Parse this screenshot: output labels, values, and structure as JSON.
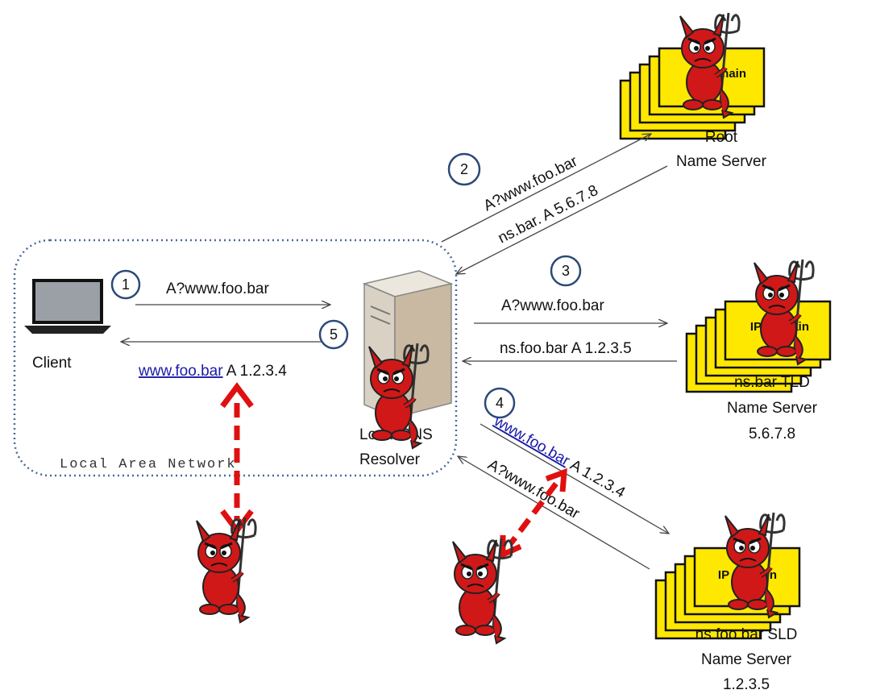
{
  "lan": {
    "label": "Local Area Network"
  },
  "nodes": {
    "client": {
      "label": "Client"
    },
    "resolver": {
      "label_top": "Local DNS",
      "label": "Resolver"
    },
    "root": {
      "line1": "Root",
      "line2": "Name Server",
      "card_text": "Domain"
    },
    "tld": {
      "line1": "ns.bar TLD",
      "line2": "Name Server",
      "line3": "5.6.7.8",
      "card_text": "IP Domain"
    },
    "sld": {
      "line1": "ns.foo.bar SLD",
      "line2": "Name Server",
      "line3": "1.2.3.5",
      "card_text": "IP Domain"
    }
  },
  "steps": {
    "s1": {
      "num": "1",
      "query": "A?www.foo.bar"
    },
    "s2": {
      "num": "2",
      "query": "A?www.foo.bar",
      "response": "ns.bar. A 5.6.7.8"
    },
    "s3": {
      "num": "3",
      "query": "A?www.foo.bar",
      "response": "ns.foo.bar A 1.2.3.5"
    },
    "s4": {
      "num": "4",
      "response_link": "www.foo.bar",
      "response_rest": " A 1.2.3.4",
      "query": "A?www.foo.bar"
    },
    "s5": {
      "num": "5",
      "response_link": "www.foo.bar",
      "response_rest": " A 1.2.3.4"
    }
  },
  "colors": {
    "lan_border": "#4a6a9a",
    "step_circle": "#2c4a78",
    "attack_arrow": "#e01010",
    "card_fill": "#ffe800",
    "devil": "#d01818",
    "link_text": "#1a1aa8"
  },
  "icons": {
    "laptop": "laptop-icon",
    "server": "server-tower-icon",
    "name_server": "stacked-cards-icon",
    "attacker": "devil-attacker-icon"
  }
}
